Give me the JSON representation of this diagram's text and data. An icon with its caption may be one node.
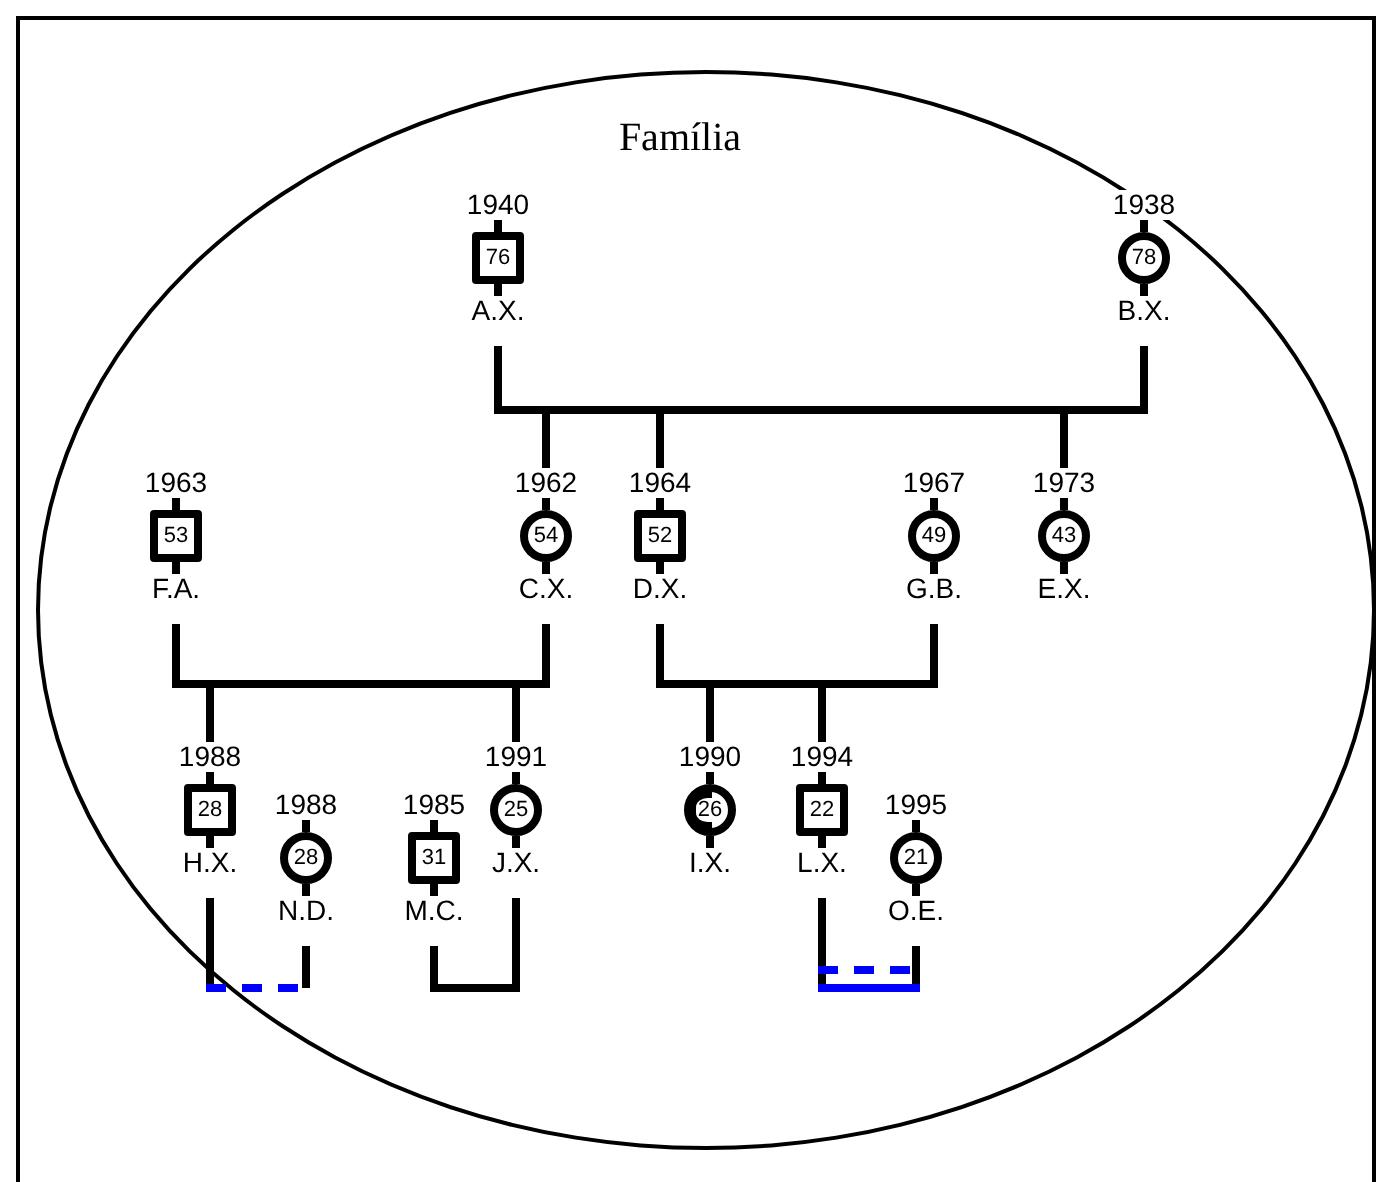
{
  "diagram": {
    "nodes": [
      {
        "text": [
          "Família"
        ]
      },
      {
        "text": [
          "1940",
          "76",
          "A.X."
        ],
        "in": 0
      },
      {
        "text": [
          "1938",
          "78",
          "B.X."
        ],
        "in": 0
      },
      {
        "text": [
          "1963",
          "53",
          "F.A."
        ],
        "in": 0
      },
      {
        "text": [
          "1962",
          "54",
          "C.X."
        ],
        "in": 0
      },
      {
        "text": [
          "1964",
          "52",
          "D.X."
        ],
        "in": 0
      },
      {
        "text": [
          "1967",
          "49",
          "G.B."
        ],
        "in": 0
      },
      {
        "text": [
          "1973",
          "43",
          "E.X."
        ],
        "in": 0
      },
      {
        "text": [
          "1988",
          "28",
          "H.X."
        ],
        "in": 0
      },
      {
        "text": [
          "1988",
          "28",
          "N.D."
        ],
        "in": 0
      },
      {
        "text": [
          "1985",
          "31",
          "M.C."
        ],
        "in": 0
      },
      {
        "text": [
          "1991",
          "25",
          "J.X."
        ],
        "in": 0
      },
      {
        "text": [
          "1990",
          "26",
          "I.X."
        ],
        "in": 0
      },
      {
        "text": [
          "1994",
          "22",
          "L.X."
        ],
        "in": 0
      },
      {
        "text": [
          "1995",
          "21",
          "O.E."
        ],
        "in": 0
      }
    ],
    "edges": [
      {
        "from": 1,
        "to": 2,
        "arrow": "none"
      },
      {
        "from": 1,
        "to": 4,
        "arrow": "none"
      },
      {
        "from": 1,
        "to": 5,
        "arrow": "none"
      },
      {
        "from": 1,
        "to": 7,
        "arrow": "none"
      },
      {
        "from": 2,
        "to": 4,
        "arrow": "none"
      },
      {
        "from": 2,
        "to": 5,
        "arrow": "none"
      },
      {
        "from": 2,
        "to": 7,
        "arrow": "none"
      },
      {
        "from": 3,
        "to": 4,
        "arrow": "none"
      },
      {
        "from": 3,
        "to": 8,
        "arrow": "none"
      },
      {
        "from": 3,
        "to": 11,
        "arrow": "none"
      },
      {
        "from": 4,
        "to": 8,
        "arrow": "none"
      },
      {
        "from": 4,
        "to": 11,
        "arrow": "none"
      },
      {
        "from": 5,
        "to": 6,
        "arrow": "none"
      },
      {
        "from": 5,
        "to": 12,
        "arrow": "none"
      },
      {
        "from": 5,
        "to": 13,
        "arrow": "none"
      },
      {
        "from": 6,
        "to": 12,
        "arrow": "none"
      },
      {
        "from": 6,
        "to": 13,
        "arrow": "none"
      },
      {
        "from": 8,
        "to": 9,
        "arrow": "none",
        "style": "dashed",
        "color": "#0000ff"
      },
      {
        "from": 10,
        "to": 11,
        "arrow": "none"
      },
      {
        "from": 13,
        "to": 14,
        "arrow": "none",
        "color": "#0000ff"
      },
      {
        "from": 13,
        "to": 14,
        "arrow": "none",
        "style": "dashed",
        "color": "#0000ff"
      }
    ]
  }
}
